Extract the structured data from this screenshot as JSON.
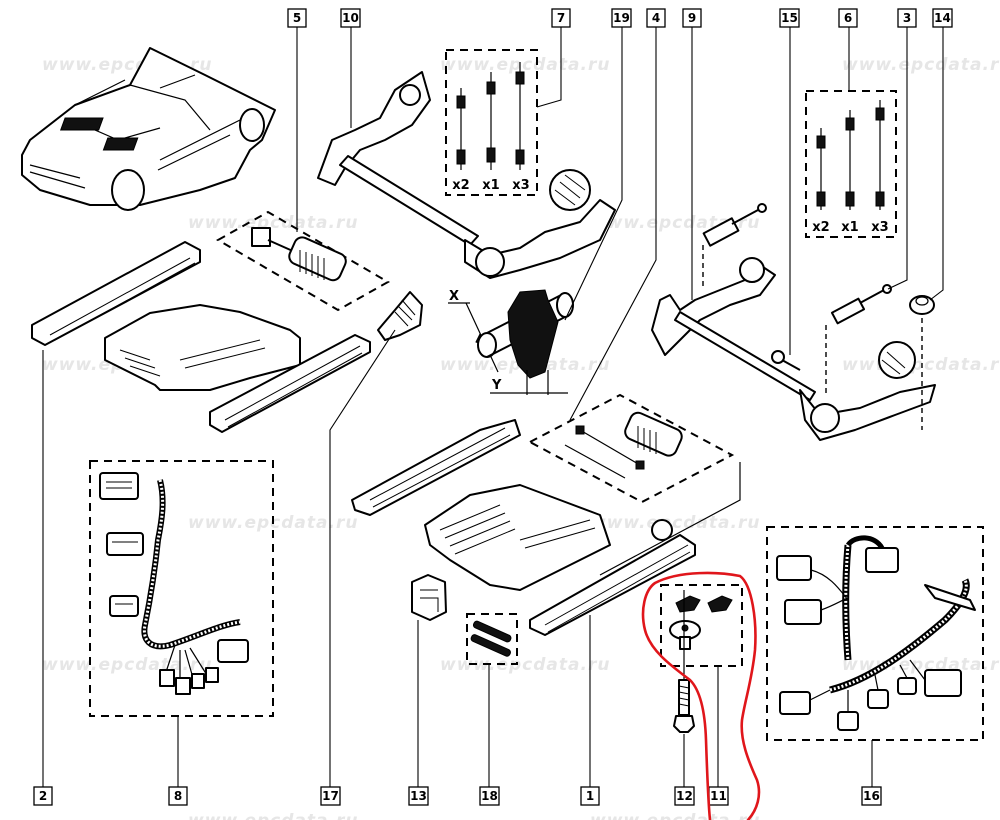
{
  "diagram": {
    "type": "exploded-parts-diagram",
    "subject": "Front seat frame, rails, motors and wiring harnesses",
    "watermark": "www.epcdata.ru",
    "accent_colors": {
      "line": "#000000",
      "watermark": "#e6e6e6",
      "highlight": "#e0161b"
    }
  },
  "callouts_top": [
    {
      "id": "5",
      "label": "5"
    },
    {
      "id": "10",
      "label": "10"
    },
    {
      "id": "7",
      "label": "7"
    },
    {
      "id": "19",
      "label": "19"
    },
    {
      "id": "4",
      "label": "4"
    },
    {
      "id": "9",
      "label": "9"
    },
    {
      "id": "15",
      "label": "15"
    },
    {
      "id": "6",
      "label": "6"
    },
    {
      "id": "3",
      "label": "3"
    },
    {
      "id": "14",
      "label": "14"
    }
  ],
  "callouts_bottom": [
    {
      "id": "2",
      "label": "2"
    },
    {
      "id": "8",
      "label": "8"
    },
    {
      "id": "17",
      "label": "17"
    },
    {
      "id": "13",
      "label": "13"
    },
    {
      "id": "18",
      "label": "18"
    },
    {
      "id": "1",
      "label": "1"
    },
    {
      "id": "12",
      "label": "12"
    },
    {
      "id": "11",
      "label": "11"
    },
    {
      "id": "16",
      "label": "16"
    }
  ],
  "kits": {
    "kit7": {
      "quantities": [
        "x2",
        "x1",
        "x3"
      ]
    },
    "kit6": {
      "quantities": [
        "x2",
        "x1",
        "x3"
      ]
    }
  },
  "axis_labels": {
    "x": "X",
    "y": "Y"
  },
  "highlight": {
    "description": "Red hand-drawn outline around parts 11 and 12",
    "items": [
      "11",
      "12"
    ]
  }
}
